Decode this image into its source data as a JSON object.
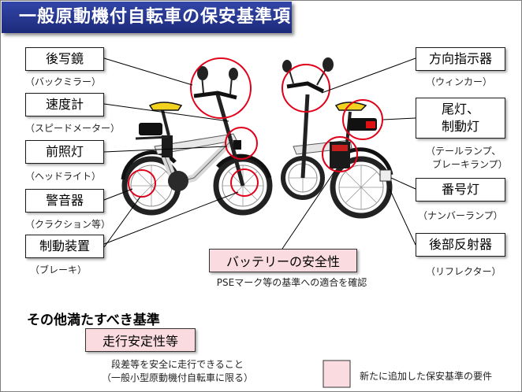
{
  "title": "一般原動機付自転車の保安基準項目",
  "left_labels": [
    {
      "label": "後写鏡",
      "sub": "（バックミラー）"
    },
    {
      "label": "速度計",
      "sub": "（スピードメーター）"
    },
    {
      "label": "前照灯",
      "sub": "（ヘッドライト）"
    },
    {
      "label": "警音器",
      "sub": "（クラクション等）"
    },
    {
      "label": "制動装置",
      "sub": "（ブレーキ）"
    }
  ],
  "right_labels": [
    {
      "label": "方向指示器",
      "sub": "（ウィンカー）"
    },
    {
      "label": "尾灯、\n制動灯",
      "sub_line1": "（テールランプ、",
      "sub_line2": "ブレーキランプ）"
    },
    {
      "label": "番号灯",
      "sub": "（ナンバーランプ）"
    },
    {
      "label": "後部反射器",
      "sub": "（リフレクター）"
    }
  ],
  "battery": {
    "label": "バッテリーの安全性",
    "note": "PSEマーク等の基準への適合を確認"
  },
  "other": {
    "heading": "その他満たすべき基準",
    "label": "走行安定性等",
    "note_line1": "段差等を安全に走行できること",
    "note_line2": "（一般小型原動機付自転車に限る）"
  },
  "legend": {
    "label": "新たに追加した保安基準の要件",
    "color": "#fadbe0"
  },
  "colors": {
    "header": "#1c2a7a",
    "circle": "#e0001a",
    "new_item": "#fadbe0"
  }
}
